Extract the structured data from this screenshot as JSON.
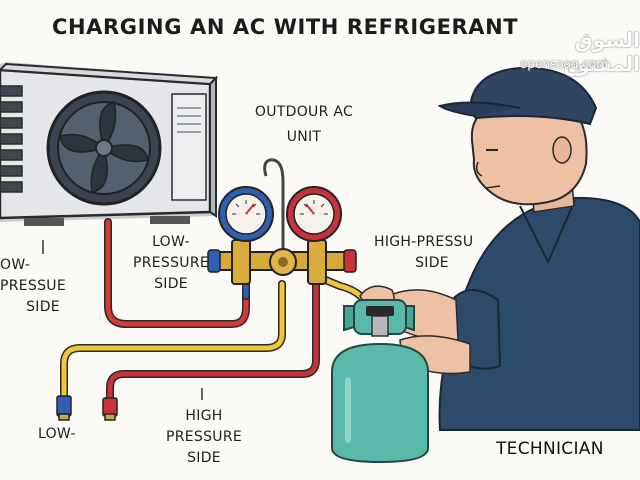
{
  "title": "CHARGING AN AC WITH REFRIGERANT",
  "watermark": {
    "arabic": "السوق المفتوح",
    "latin": "opensooq.com"
  },
  "labels": {
    "outdoor_unit": [
      "OUTDOUR AC",
      "UNIT"
    ],
    "low_pressure_side_left": [
      "OW-PRESSUE",
      "SIDE"
    ],
    "low_pressure_gauge": [
      "LOW-",
      "PRESSURE",
      "SIDE"
    ],
    "high_pressure_side_right": [
      "HIGH-PRESSU",
      "SIDE"
    ],
    "low_bottom": [
      "LOW-"
    ],
    "high_pressure_bottom": [
      "HIGH",
      "PRESSURE",
      "SIDE"
    ],
    "technician": "TECHNICIAN"
  },
  "colors": {
    "low_side_hose": "#d23a33",
    "blue_hose": "#2f5fb0",
    "yellow_hose": "#f0c63b",
    "low_gauge": "#2f5fb0",
    "high_gauge": "#c8323a",
    "cylinder": "#5bb9ab",
    "shirt": "#2e4a6a",
    "cap": "#2f4562"
  }
}
